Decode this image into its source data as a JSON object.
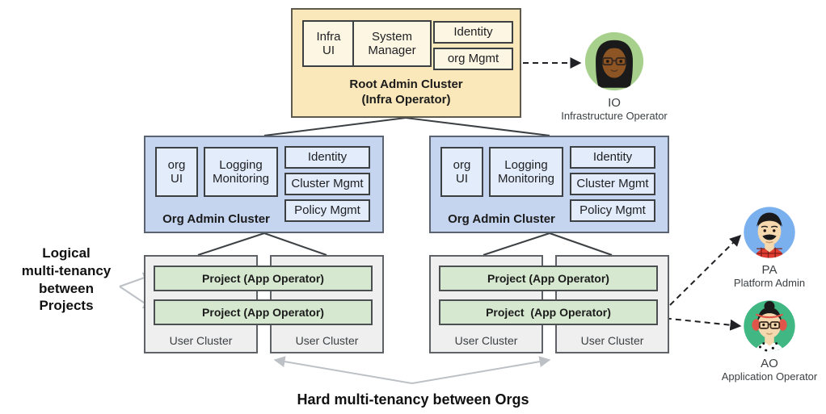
{
  "diagram": {
    "root_cluster": {
      "title_line1": "Root Admin Cluster",
      "title_line2": "(Infra Operator)",
      "components": [
        {
          "label_line1": "Infra",
          "label_line2": "UI"
        },
        {
          "label_line1": "System",
          "label_line2": "Manager"
        },
        {
          "label_line1": "Identity",
          "label_line2": ""
        },
        {
          "label_line1": "org Mgmt",
          "label_line2": ""
        }
      ],
      "fill": "#fbe8ba",
      "inner_fill": "#fdf6e3"
    },
    "org_clusters": [
      {
        "title": "Org Admin Cluster",
        "components": [
          {
            "label_line1": "org",
            "label_line2": "UI"
          },
          {
            "label_line1": "Logging",
            "label_line2": "Monitoring"
          },
          {
            "label_line1": "Identity",
            "label_line2": ""
          },
          {
            "label_line1": "Cluster Mgmt",
            "label_line2": ""
          },
          {
            "label_line1": "Policy Mgmt",
            "label_line2": ""
          }
        ],
        "fill": "#c5d5f0",
        "inner_fill": "#e3ecfb"
      },
      {
        "title": "Org Admin Cluster",
        "components": [
          {
            "label_line1": "org",
            "label_line2": "UI"
          },
          {
            "label_line1": "Logging",
            "label_line2": "Monitoring"
          },
          {
            "label_line1": "Identity",
            "label_line2": ""
          },
          {
            "label_line1": "Cluster Mgmt",
            "label_line2": ""
          },
          {
            "label_line1": "Policy Mgmt",
            "label_line2": ""
          }
        ],
        "fill": "#c5d5f0",
        "inner_fill": "#e3ecfb"
      }
    ],
    "org_groups": [
      {
        "user_clusters": [
          "User Cluster",
          "User Cluster"
        ],
        "projects": [
          "Project (App Operator)",
          "Project (App Operator)"
        ]
      },
      {
        "user_clusters": [
          "User Cluster",
          "User Cluster"
        ],
        "projects": [
          "Project (App Operator)",
          "Project  (App Operator)"
        ]
      }
    ],
    "captions": {
      "left_line1": "Logical",
      "left_line2": "multi-tenancy",
      "left_line3": "between",
      "left_line4": "Projects",
      "bottom": "Hard multi-tenancy between Orgs"
    },
    "personas": [
      {
        "abbr": "IO",
        "role": "Infrastructure Operator",
        "circle_color": "#a8d08d",
        "skin": "#8d5524",
        "hair": "#1a1a1a",
        "shirt": "#e8543f"
      },
      {
        "abbr": "PA",
        "role": "Platform Admin",
        "circle_color": "#7ab0ee",
        "skin": "#f6d8ae",
        "hair": "#1a1a1a",
        "shirt": "#e03c31"
      },
      {
        "abbr": "AO",
        "role": "Application Operator",
        "circle_color": "#41b883",
        "skin": "#f6d8ae",
        "hair": "#1a1a1a",
        "shirt": "#ffffff"
      }
    ],
    "colors": {
      "root_fill": "#fbe8ba",
      "org_fill": "#c5d5f0",
      "project_fill": "#d6e8d0",
      "user_cluster_fill": "#efefef",
      "connector": "#3c4043",
      "dashed_arrow": "#202124",
      "gray_arrow": "#bdc1c6"
    }
  }
}
